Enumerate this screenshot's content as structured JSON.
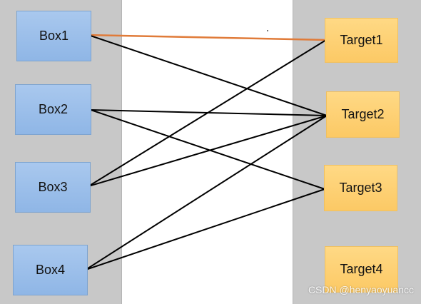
{
  "boxes": [
    {
      "id": "box1",
      "label": "Box1"
    },
    {
      "id": "box2",
      "label": "Box2"
    },
    {
      "id": "box3",
      "label": "Box3"
    },
    {
      "id": "box4",
      "label": "Box4"
    }
  ],
  "targets": [
    {
      "id": "target1",
      "label": "Target1"
    },
    {
      "id": "target2",
      "label": "Target2"
    },
    {
      "id": "target3",
      "label": "Target3"
    },
    {
      "id": "target4",
      "label": "Target4"
    }
  ],
  "connections": [
    {
      "from": "Box1",
      "to": "Target1",
      "color": "#e07b39",
      "highlighted": true
    },
    {
      "from": "Box1",
      "to": "Target2",
      "color": "#000000",
      "highlighted": false
    },
    {
      "from": "Box2",
      "to": "Target2",
      "color": "#000000",
      "highlighted": false
    },
    {
      "from": "Box2",
      "to": "Target3",
      "color": "#000000",
      "highlighted": false
    },
    {
      "from": "Box3",
      "to": "Target1",
      "color": "#000000",
      "highlighted": false
    },
    {
      "from": "Box3",
      "to": "Target2",
      "color": "#000000",
      "highlighted": false
    },
    {
      "from": "Box4",
      "to": "Target2",
      "color": "#000000",
      "highlighted": false
    },
    {
      "from": "Box4",
      "to": "Target3",
      "color": "#000000",
      "highlighted": false
    }
  ],
  "colors": {
    "panel_gray": "#c8c8c8",
    "middle_panel": "#ffffff",
    "box_fill": "#9dbfea",
    "target_fill": "#fdd074",
    "highlight_line": "#e07b39",
    "line": "#000000"
  },
  "watermark": "CSDN @henyaoyuancc"
}
